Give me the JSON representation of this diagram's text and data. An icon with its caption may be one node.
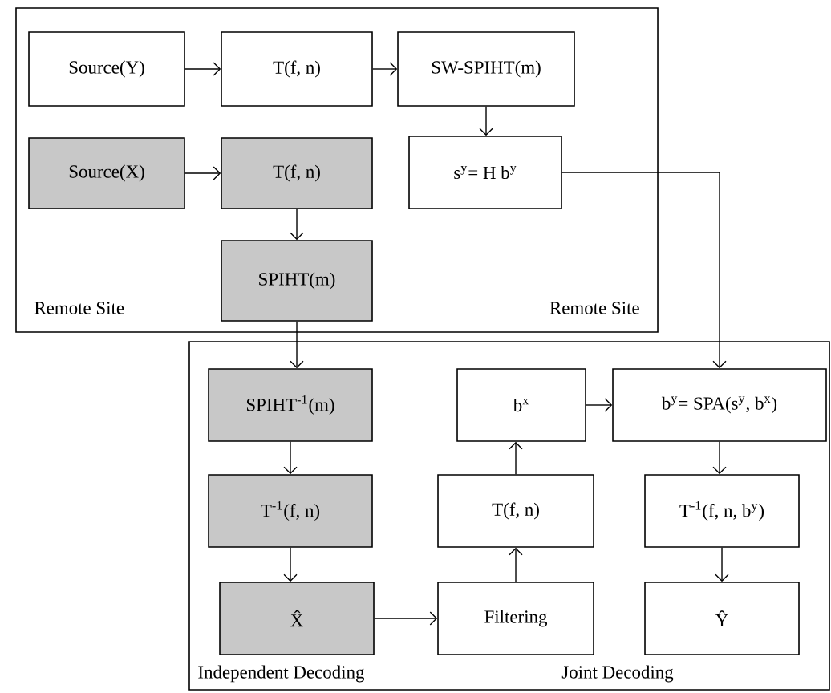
{
  "diagram": {
    "nodes": [
      {
        "text": [
          "Remote Site",
          "Remote Site"
        ]
      },
      {
        "text": [
          "Source(Y)"
        ],
        "in": 0
      },
      {
        "text": [
          "T(f, n)"
        ],
        "in": 0
      },
      {
        "text": [
          "SW-SPIHT(m)"
        ],
        "in": 0
      },
      {
        "text": [
          "Source(X)"
        ],
        "in": 0
      },
      {
        "text": [
          "T(f, n)"
        ],
        "in": 0
      },
      {
        "text": [
          "s$^{y}$= H b$^{y}$"
        ],
        "in": 0
      },
      {
        "text": [
          "SPIHT(m)"
        ],
        "in": 0
      },
      {
        "text": [
          "Independent Decoding",
          "Joint Decoding"
        ]
      },
      {
        "text": [
          "SPIHT$^{-1}$(m)"
        ],
        "in": 8
      },
      {
        "text": [
          "b$^{x}$"
        ],
        "in": 8
      },
      {
        "text": [
          "b$^{y}$= SPA(s$^{y}$, b$^{x}$)"
        ],
        "in": 8
      },
      {
        "text": [
          "T$^{-1}$(f, n)"
        ],
        "in": 8
      },
      {
        "text": [
          "T(f, n)"
        ],
        "in": 8
      },
      {
        "text": [
          "T$^{-1}$(f, n, b$^{y}$)"
        ],
        "in": 8
      },
      {
        "text": [
          "X̂"
        ],
        "in": 8
      },
      {
        "text": [
          "Filtering"
        ],
        "in": 8
      },
      {
        "text": [
          "Ŷ"
        ],
        "in": 8
      }
    ],
    "edges": [
      {
        "from": 1,
        "to": 2,
        "arrow": "to"
      },
      {
        "from": 2,
        "to": 3,
        "arrow": "to"
      },
      {
        "from": 3,
        "to": 6,
        "arrow": "to"
      },
      {
        "from": 4,
        "to": 5,
        "arrow": "to"
      },
      {
        "from": 5,
        "to": 7,
        "arrow": "to"
      },
      {
        "from": 7,
        "to": 9,
        "arrow": "to"
      },
      {
        "from": 6,
        "to": 11,
        "arrow": "to"
      },
      {
        "from": 9,
        "to": 12,
        "arrow": "to"
      },
      {
        "from": 12,
        "to": 15,
        "arrow": "to"
      },
      {
        "from": 15,
        "to": 16,
        "arrow": "to"
      },
      {
        "from": 16,
        "to": 13,
        "arrow": "to"
      },
      {
        "from": 13,
        "to": 10,
        "arrow": "to"
      },
      {
        "from": 10,
        "to": 11,
        "arrow": "to"
      },
      {
        "from": 11,
        "to": 14,
        "arrow": "to"
      },
      {
        "from": 14,
        "to": 17,
        "arrow": "to"
      }
    ]
  }
}
